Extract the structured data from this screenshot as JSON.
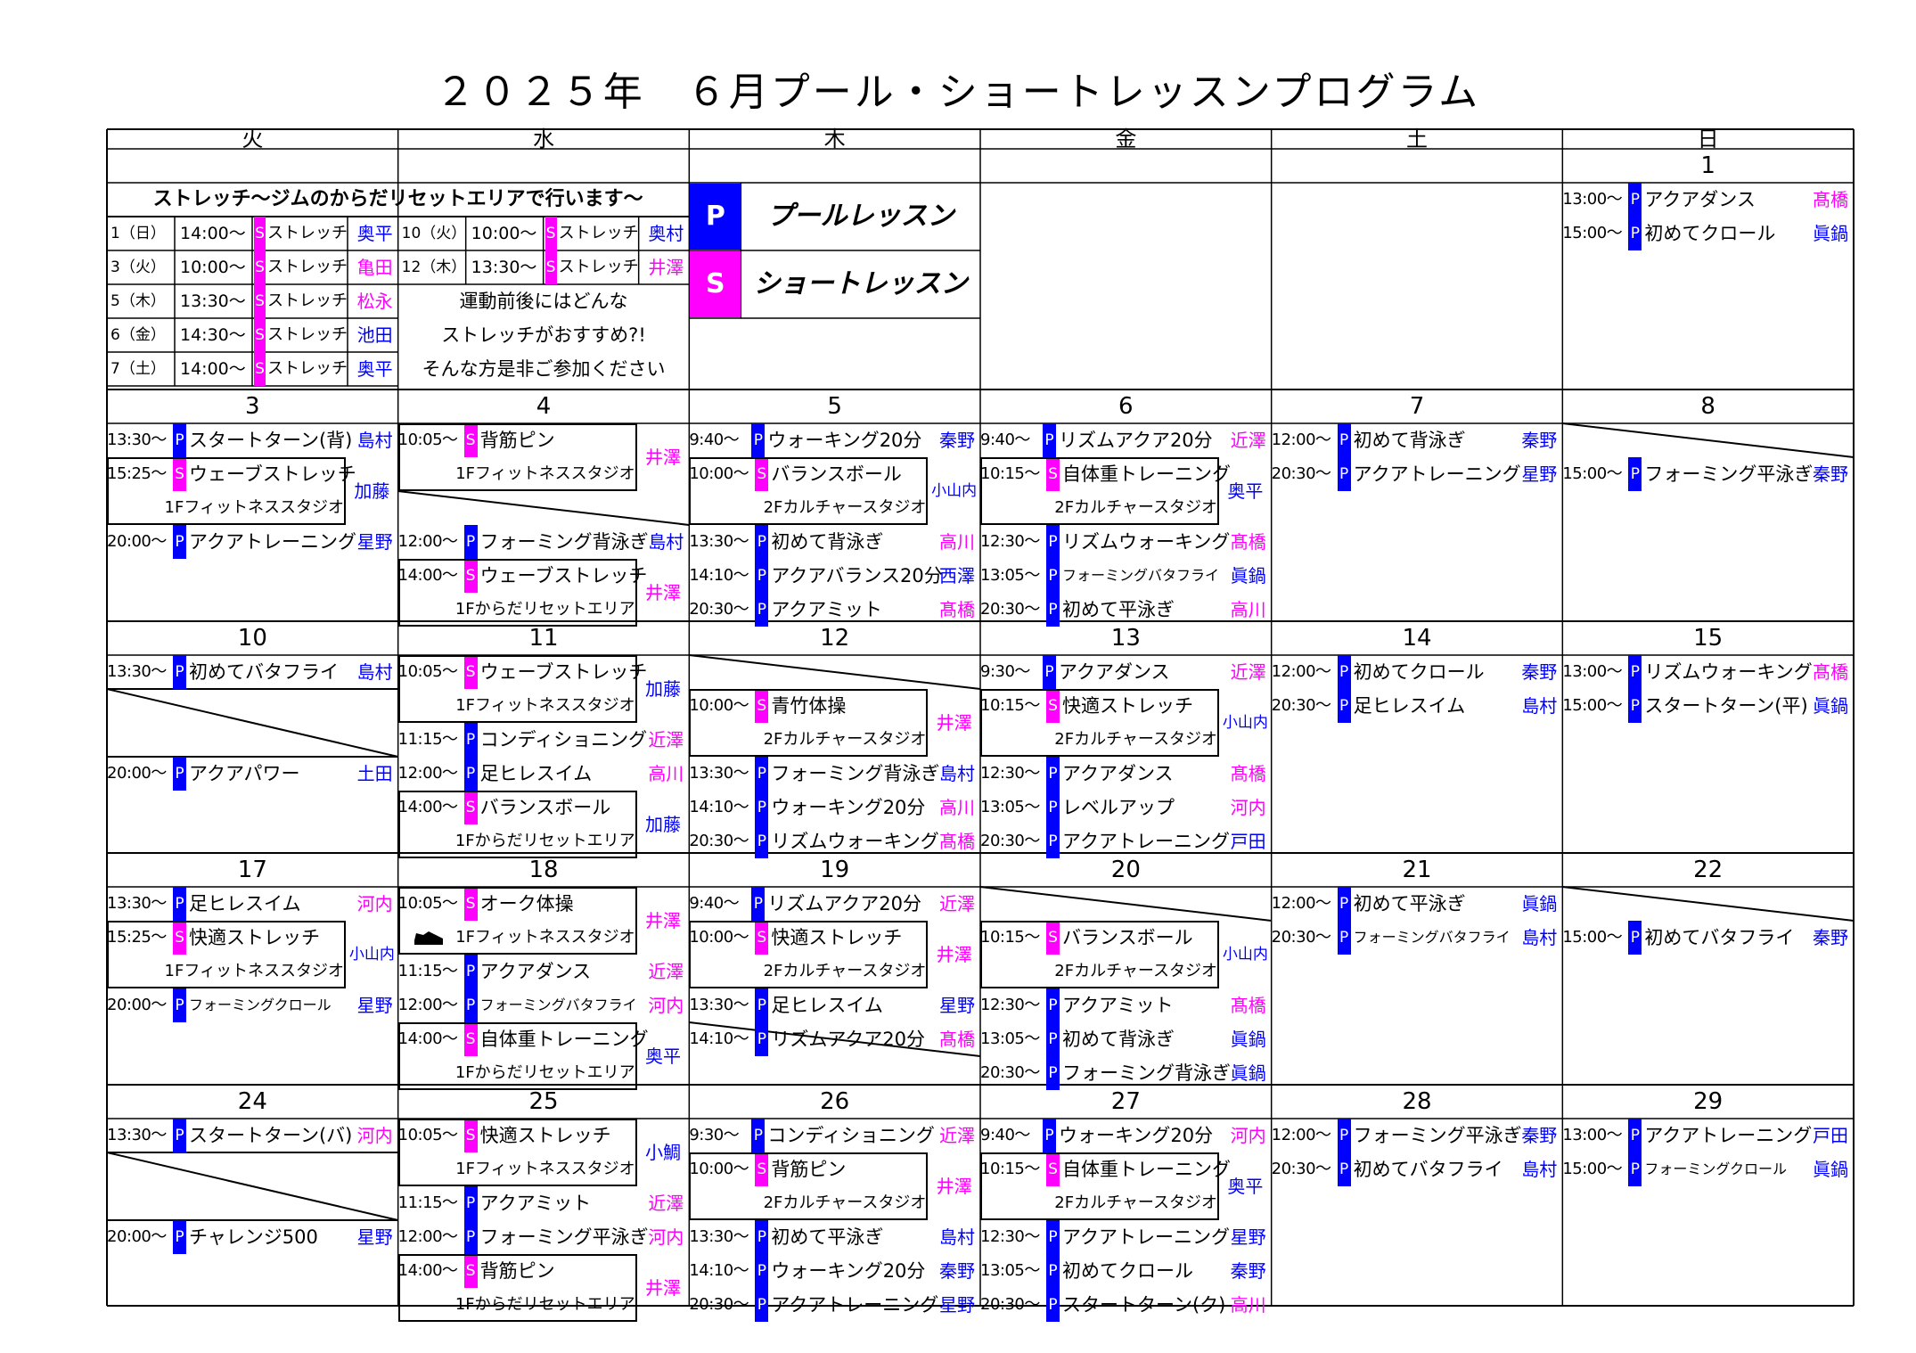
{
  "title": "２０２５年　６月プール・ショートレッスンプログラム",
  "weekdays": [
    "火",
    "水",
    "木",
    "金",
    "土",
    "日"
  ],
  "colors": {
    "pool": "#0000ff",
    "short": "#ff00ff"
  },
  "legend": {
    "p_code": "P",
    "p_label": "プールレッスン",
    "s_code": "S",
    "s_label": "ショートレッスン"
  },
  "stretch": {
    "header": "ストレッチ～ジムのからだリセットエリアで行います～",
    "left": [
      {
        "date": "1（日）",
        "time": "14:00～",
        "code": "S",
        "name": "ストレッチ",
        "inst": "奥平",
        "color": "blue"
      },
      {
        "date": "3（火）",
        "time": "10:00～",
        "code": "S",
        "name": "ストレッチ",
        "inst": "亀田",
        "color": "pink"
      },
      {
        "date": "5（木）",
        "time": "13:30～",
        "code": "S",
        "name": "ストレッチ",
        "inst": "松永",
        "color": "pink"
      },
      {
        "date": "6（金）",
        "time": "14:30～",
        "code": "S",
        "name": "ストレッチ",
        "inst": "池田",
        "color": "blue"
      },
      {
        "date": "7（土）",
        "time": "14:00～",
        "code": "S",
        "name": "ストレッチ",
        "inst": "奥平",
        "color": "blue"
      }
    ],
    "right": [
      {
        "date": "10（火）",
        "time": "10:00～",
        "code": "S",
        "name": "ストレッチ",
        "inst": "奥村",
        "color": "blue"
      },
      {
        "date": "12（木）",
        "time": "13:30～",
        "code": "S",
        "name": "ストレッチ",
        "inst": "井澤",
        "color": "pink"
      }
    ],
    "note": [
      "運動前後にはどんな",
      "ストレッチがおすすめ?!",
      "そんな方是非ご参加ください"
    ]
  },
  "weeks": [
    {
      "dates": [
        "",
        "",
        "",
        "",
        "",
        "1"
      ]
    },
    {
      "dates": [
        "3",
        "4",
        "5",
        "6",
        "7",
        "8"
      ]
    },
    {
      "dates": [
        "10",
        "11",
        "12",
        "13",
        "14",
        "15"
      ]
    },
    {
      "dates": [
        "17",
        "18",
        "19",
        "20",
        "21",
        "22"
      ]
    },
    {
      "dates": [
        "24",
        "25",
        "26",
        "27",
        "28",
        "29"
      ]
    }
  ],
  "cells": [
    {
      "w": 0,
      "d": 5,
      "rows": [
        {
          "i": 0,
          "t": "13:00～",
          "c": "P",
          "n": "アクアダンス",
          "s": "髙橋",
          "k": "pink"
        },
        {
          "i": 1,
          "t": "15:00～",
          "c": "P",
          "n": "初めてクロール",
          "s": "眞鍋",
          "k": "blue"
        }
      ]
    },
    {
      "w": 1,
      "d": 0,
      "rows": [
        {
          "i": 0,
          "t": "13:30～",
          "c": "P",
          "n": "スタートターン(背)",
          "s": "島村",
          "k": "blue"
        },
        {
          "i": 1,
          "t": "15:25～",
          "c": "S",
          "n": "ウェーブストレッチ",
          "box": 2,
          "loc": "1Fフィットネススタジオ",
          "s2": "加藤",
          "k": "blue"
        },
        {
          "i": 3,
          "t": "20:00～",
          "c": "P",
          "n": "アクアトレーニング",
          "s": "星野",
          "k": "blue"
        }
      ]
    },
    {
      "w": 1,
      "d": 1,
      "diag": [
        2,
        3
      ],
      "rows": [
        {
          "i": 0,
          "t": "10:05～",
          "c": "S",
          "n": "背筋ピン",
          "box": 2,
          "loc": "1Fフィットネススタジオ",
          "s2": "井澤",
          "k": "pink"
        },
        {
          "i": 3,
          "t": "12:00～",
          "c": "P",
          "n": "フォーミング背泳ぎ",
          "s": "島村",
          "k": "blue"
        },
        {
          "i": 4,
          "t": "14:00～",
          "c": "S",
          "n": "ウェーブストレッチ",
          "box": 2,
          "loc": "1Fからだリセットエリア",
          "s2": "井澤",
          "k": "pink"
        }
      ]
    },
    {
      "w": 1,
      "d": 2,
      "rows": [
        {
          "i": 0,
          "t": "9:40～",
          "c": "P",
          "n": "ウォーキング20分",
          "s": "秦野",
          "k": "blue"
        },
        {
          "i": 1,
          "t": "10:00～",
          "c": "S",
          "n": "バランスボール",
          "box": 2,
          "loc": "2Fカルチャースタジオ",
          "s2": "小山内",
          "k": "blue"
        },
        {
          "i": 3,
          "t": "13:30～",
          "c": "P",
          "n": "初めて背泳ぎ",
          "s": "高川",
          "k": "pink"
        },
        {
          "i": 4,
          "t": "14:10～",
          "c": "P",
          "n": "アクアバランス20分",
          "s": "西澤",
          "k": "blue"
        },
        {
          "i": 5,
          "t": "20:30～",
          "c": "P",
          "n": "アクアミット",
          "s": "髙橋",
          "k": "pink"
        }
      ]
    },
    {
      "w": 1,
      "d": 3,
      "rows": [
        {
          "i": 0,
          "t": "9:40～",
          "c": "P",
          "n": "リズムアクア20分",
          "s": "近澤",
          "k": "pink"
        },
        {
          "i": 1,
          "t": "10:15～",
          "c": "S",
          "n": "自体重トレーニング",
          "box": 2,
          "loc": "2Fカルチャースタジオ",
          "s2": "奥平",
          "k": "blue"
        },
        {
          "i": 3,
          "t": "12:30～",
          "c": "P",
          "n": "リズムウォーキング",
          "s": "髙橋",
          "k": "pink"
        },
        {
          "i": 4,
          "t": "13:05～",
          "c": "P",
          "n": "フォーミングバタフライ",
          "small": true,
          "s": "眞鍋",
          "k": "blue"
        },
        {
          "i": 5,
          "t": "20:30～",
          "c": "P",
          "n": "初めて平泳ぎ",
          "s": "高川",
          "k": "pink"
        }
      ]
    },
    {
      "w": 1,
      "d": 4,
      "rows": [
        {
          "i": 0,
          "t": "12:00～",
          "c": "P",
          "n": "初めて背泳ぎ",
          "s": "秦野",
          "k": "blue"
        },
        {
          "i": 1,
          "t": "20:30～",
          "c": "P",
          "n": "アクアトレーニング",
          "s": "星野",
          "k": "blue"
        }
      ]
    },
    {
      "w": 1,
      "d": 5,
      "diag": [
        0,
        1
      ],
      "rows": [
        {
          "i": 1,
          "t": "15:00～",
          "c": "P",
          "n": "フォーミング平泳ぎ",
          "s": "秦野",
          "k": "blue"
        }
      ]
    },
    {
      "w": 2,
      "d": 0,
      "diag": [
        1,
        3
      ],
      "rows": [
        {
          "i": 0,
          "t": "13:30～",
          "c": "P",
          "n": "初めてバタフライ",
          "s": "島村",
          "k": "blue"
        },
        {
          "i": 3,
          "t": "20:00～",
          "c": "P",
          "n": "アクアパワー",
          "s": "土田",
          "k": "blue"
        }
      ]
    },
    {
      "w": 2,
      "d": 1,
      "rows": [
        {
          "i": 0,
          "t": "10:05～",
          "c": "S",
          "n": "ウェーブストレッチ",
          "box": 2,
          "loc": "1Fフィットネススタジオ",
          "s2": "加藤",
          "k": "blue"
        },
        {
          "i": 2,
          "t": "11:15～",
          "c": "P",
          "n": "コンディショニング",
          "s": "近澤",
          "k": "pink"
        },
        {
          "i": 3,
          "t": "12:00～",
          "c": "P",
          "n": "足ヒレスイム",
          "s": "高川",
          "k": "pink"
        },
        {
          "i": 4,
          "t": "14:00～",
          "c": "S",
          "n": "バランスボール",
          "box": 2,
          "loc": "1Fからだリセットエリア",
          "s2": "加藤",
          "k": "blue"
        }
      ]
    },
    {
      "w": 2,
      "d": 2,
      "diag": [
        0,
        1
      ],
      "rows": [
        {
          "i": 1,
          "t": "10:00～",
          "c": "S",
          "n": "青竹体操",
          "box": 2,
          "loc": "2Fカルチャースタジオ",
          "s2": "井澤",
          "k": "pink"
        },
        {
          "i": 3,
          "t": "13:30～",
          "c": "P",
          "n": "フォーミング背泳ぎ",
          "s": "島村",
          "k": "blue"
        },
        {
          "i": 4,
          "t": "14:10～",
          "c": "P",
          "n": "ウォーキング20分",
          "s": "高川",
          "k": "pink"
        },
        {
          "i": 5,
          "t": "20:30～",
          "c": "P",
          "n": "リズムウォーキング",
          "s": "髙橋",
          "k": "pink"
        }
      ]
    },
    {
      "w": 2,
      "d": 3,
      "rows": [
        {
          "i": 0,
          "t": "9:30～",
          "c": "P",
          "n": "アクアダンス",
          "s": "近澤",
          "k": "pink"
        },
        {
          "i": 1,
          "t": "10:15～",
          "c": "S",
          "n": "快適ストレッチ",
          "box": 2,
          "loc": "2Fカルチャースタジオ",
          "s2": "小山内",
          "k": "blue"
        },
        {
          "i": 3,
          "t": "12:30～",
          "c": "P",
          "n": "アクアダンス",
          "s": "髙橋",
          "k": "pink"
        },
        {
          "i": 4,
          "t": "13:05～",
          "c": "P",
          "n": "レベルアップ",
          "s": "河内",
          "k": "pink"
        },
        {
          "i": 5,
          "t": "20:30～",
          "c": "P",
          "n": "アクアトレーニング",
          "s": "戸田",
          "k": "blue"
        }
      ]
    },
    {
      "w": 2,
      "d": 4,
      "rows": [
        {
          "i": 0,
          "t": "12:00～",
          "c": "P",
          "n": "初めてクロール",
          "s": "秦野",
          "k": "blue"
        },
        {
          "i": 1,
          "t": "20:30～",
          "c": "P",
          "n": "足ヒレスイム",
          "s": "島村",
          "k": "blue"
        }
      ]
    },
    {
      "w": 2,
      "d": 5,
      "rows": [
        {
          "i": 0,
          "t": "13:00～",
          "c": "P",
          "n": "リズムウォーキング",
          "s": "髙橋",
          "k": "pink"
        },
        {
          "i": 1,
          "t": "15:00～",
          "c": "P",
          "n": "スタートターン(平)",
          "s": "眞鍋",
          "k": "blue"
        }
      ]
    },
    {
      "w": 3,
      "d": 0,
      "rows": [
        {
          "i": 0,
          "t": "13:30～",
          "c": "P",
          "n": "足ヒレスイム",
          "s": "河内",
          "k": "pink"
        },
        {
          "i": 1,
          "t": "15:25～",
          "c": "S",
          "n": "快適ストレッチ",
          "box": 2,
          "loc": "1Fフィットネススタジオ",
          "s2": "小山内",
          "k": "blue"
        },
        {
          "i": 3,
          "t": "20:00～",
          "c": "P",
          "n": "フォーミングクロール",
          "small": true,
          "s": "星野",
          "k": "blue"
        }
      ]
    },
    {
      "w": 3,
      "d": 1,
      "shoe": 1,
      "rows": [
        {
          "i": 0,
          "t": "10:05～",
          "c": "S",
          "n": "オーク体操",
          "box": 2,
          "loc": "1Fフィットネススタジオ",
          "s2": "井澤",
          "k": "pink"
        },
        {
          "i": 2,
          "t": "11:15～",
          "c": "P",
          "n": "アクアダンス",
          "s": "近澤",
          "k": "pink"
        },
        {
          "i": 3,
          "t": "12:00～",
          "c": "P",
          "n": "フォーミングバタフライ",
          "small": true,
          "s": "河内",
          "k": "pink"
        },
        {
          "i": 4,
          "t": "14:00～",
          "c": "S",
          "n": "自体重トレーニング",
          "box": 2,
          "loc": "1Fからだリセットエリア",
          "s2": "奥平",
          "k": "blue"
        }
      ]
    },
    {
      "w": 3,
      "d": 2,
      "diag": [
        4,
        5
      ],
      "rows": [
        {
          "i": 0,
          "t": "9:40～",
          "c": "P",
          "n": "リズムアクア20分",
          "s": "近澤",
          "k": "pink"
        },
        {
          "i": 1,
          "t": "10:00～",
          "c": "S",
          "n": "快適ストレッチ",
          "box": 2,
          "loc": "2Fカルチャースタジオ",
          "s2": "井澤",
          "k": "pink"
        },
        {
          "i": 3,
          "t": "13:30～",
          "c": "P",
          "n": "足ヒレスイム",
          "s": "星野",
          "k": "blue"
        },
        {
          "i": 4,
          "t": "14:10～",
          "c": "P",
          "n": "リズムアクア20分",
          "s": "髙橋",
          "k": "pink"
        }
      ]
    },
    {
      "w": 3,
      "d": 3,
      "diag": [
        0,
        1
      ],
      "rows": [
        {
          "i": 1,
          "t": "10:15～",
          "c": "S",
          "n": "バランスボール",
          "box": 2,
          "loc": "2Fカルチャースタジオ",
          "s2": "小山内",
          "k": "blue"
        },
        {
          "i": 3,
          "t": "12:30～",
          "c": "P",
          "n": "アクアミット",
          "s": "髙橋",
          "k": "pink"
        },
        {
          "i": 4,
          "t": "13:05～",
          "c": "P",
          "n": "初めて背泳ぎ",
          "s": "眞鍋",
          "k": "blue"
        },
        {
          "i": 5,
          "t": "20:30～",
          "c": "P",
          "n": "フォーミング背泳ぎ",
          "s": "眞鍋",
          "k": "blue"
        }
      ]
    },
    {
      "w": 3,
      "d": 4,
      "rows": [
        {
          "i": 0,
          "t": "12:00～",
          "c": "P",
          "n": "初めて平泳ぎ",
          "s": "眞鍋",
          "k": "blue"
        },
        {
          "i": 1,
          "t": "20:30～",
          "c": "P",
          "n": "フォーミングバタフライ",
          "small": true,
          "s": "島村",
          "k": "blue"
        }
      ]
    },
    {
      "w": 3,
      "d": 5,
      "diag": [
        0,
        1
      ],
      "rows": [
        {
          "i": 1,
          "t": "15:00～",
          "c": "P",
          "n": "初めてバタフライ",
          "s": "秦野",
          "k": "blue"
        }
      ]
    },
    {
      "w": 4,
      "d": 0,
      "diag": [
        1,
        3
      ],
      "rows": [
        {
          "i": 0,
          "t": "13:30～",
          "c": "P",
          "n": "スタートターン(バ)",
          "s": "河内",
          "k": "pink"
        },
        {
          "i": 3,
          "t": "20:00～",
          "c": "P",
          "n": "チャレンジ500",
          "s": "星野",
          "k": "blue"
        }
      ]
    },
    {
      "w": 4,
      "d": 1,
      "rows": [
        {
          "i": 0,
          "t": "10:05～",
          "c": "S",
          "n": "快適ストレッチ",
          "box": 2,
          "loc": "1Fフィットネススタジオ",
          "s2": "小鯛",
          "k": "blue"
        },
        {
          "i": 2,
          "t": "11:15～",
          "c": "P",
          "n": "アクアミット",
          "s": "近澤",
          "k": "pink"
        },
        {
          "i": 3,
          "t": "12:00～",
          "c": "P",
          "n": "フォーミング平泳ぎ",
          "s": "河内",
          "k": "pink"
        },
        {
          "i": 4,
          "t": "14:00～",
          "c": "S",
          "n": "背筋ピン",
          "box": 2,
          "loc": "1Fからだリセットエリア",
          "s2": "井澤",
          "k": "pink"
        }
      ]
    },
    {
      "w": 4,
      "d": 2,
      "rows": [
        {
          "i": 0,
          "t": "9:30～",
          "c": "P",
          "n": "コンディショニング",
          "s": "近澤",
          "k": "pink"
        },
        {
          "i": 1,
          "t": "10:00～",
          "c": "S",
          "n": "背筋ピン",
          "box": 2,
          "loc": "2Fカルチャースタジオ",
          "s2": "井澤",
          "k": "pink"
        },
        {
          "i": 3,
          "t": "13:30～",
          "c": "P",
          "n": "初めて平泳ぎ",
          "s": "島村",
          "k": "blue"
        },
        {
          "i": 4,
          "t": "14:10～",
          "c": "P",
          "n": "ウォーキング20分",
          "s": "秦野",
          "k": "blue"
        },
        {
          "i": 5,
          "t": "20:30～",
          "c": "P",
          "n": "アクアトレーニング",
          "s": "星野",
          "k": "blue"
        }
      ]
    },
    {
      "w": 4,
      "d": 3,
      "rows": [
        {
          "i": 0,
          "t": "9:40～",
          "c": "P",
          "n": "ウォーキング20分",
          "s": "河内",
          "k": "pink"
        },
        {
          "i": 1,
          "t": "10:15～",
          "c": "S",
          "n": "自体重トレーニング",
          "box": 2,
          "loc": "2Fカルチャースタジオ",
          "s2": "奥平",
          "k": "blue"
        },
        {
          "i": 3,
          "t": "12:30～",
          "c": "P",
          "n": "アクアトレーニング",
          "s": "星野",
          "k": "blue"
        },
        {
          "i": 4,
          "t": "13:05～",
          "c": "P",
          "n": "初めてクロール",
          "s": "秦野",
          "k": "blue"
        },
        {
          "i": 5,
          "t": "20:30～",
          "c": "P",
          "n": "スタートターン(ク)",
          "s": "高川",
          "k": "pink"
        }
      ]
    },
    {
      "w": 4,
      "d": 4,
      "rows": [
        {
          "i": 0,
          "t": "12:00～",
          "c": "P",
          "n": "フォーミング平泳ぎ",
          "s": "秦野",
          "k": "blue"
        },
        {
          "i": 1,
          "t": "20:30～",
          "c": "P",
          "n": "初めてバタフライ",
          "s": "島村",
          "k": "blue"
        }
      ]
    },
    {
      "w": 4,
      "d": 5,
      "rows": [
        {
          "i": 0,
          "t": "13:00～",
          "c": "P",
          "n": "アクアトレーニング",
          "s": "戸田",
          "k": "blue"
        },
        {
          "i": 1,
          "t": "15:00～",
          "c": "P",
          "n": "フォーミングクロール",
          "small": true,
          "s": "眞鍋",
          "k": "blue"
        }
      ]
    }
  ]
}
